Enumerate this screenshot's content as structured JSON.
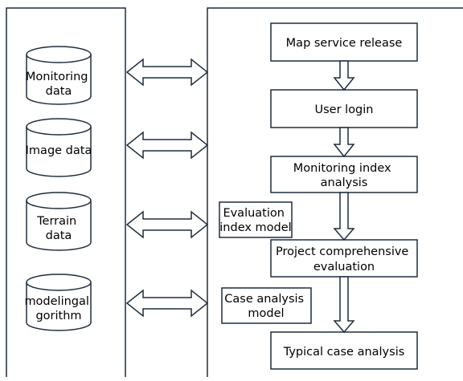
{
  "data_sources": [
    {
      "lines": [
        "Monitoring",
        "data"
      ]
    },
    {
      "lines": [
        "Image data"
      ]
    },
    {
      "lines": [
        "Terrain",
        "data"
      ]
    },
    {
      "lines": [
        "modelingal",
        "gorithm"
      ]
    }
  ],
  "workflow_steps": [
    {
      "lines": [
        "Map service release"
      ]
    },
    {
      "lines": [
        "User login"
      ]
    },
    {
      "lines": [
        "Monitoring index",
        "analysis"
      ]
    },
    {
      "lines": [
        "Project comprehensive",
        "evaluation"
      ]
    },
    {
      "lines": [
        "Typical case analysis"
      ]
    }
  ],
  "side_models": [
    {
      "lines": [
        "Evaluation",
        "index model"
      ]
    },
    {
      "lines": [
        "Case analysis",
        "model"
      ]
    }
  ],
  "colors": {
    "stroke": "#1f2d3d",
    "text": "#000000",
    "background": "#ffffff"
  }
}
